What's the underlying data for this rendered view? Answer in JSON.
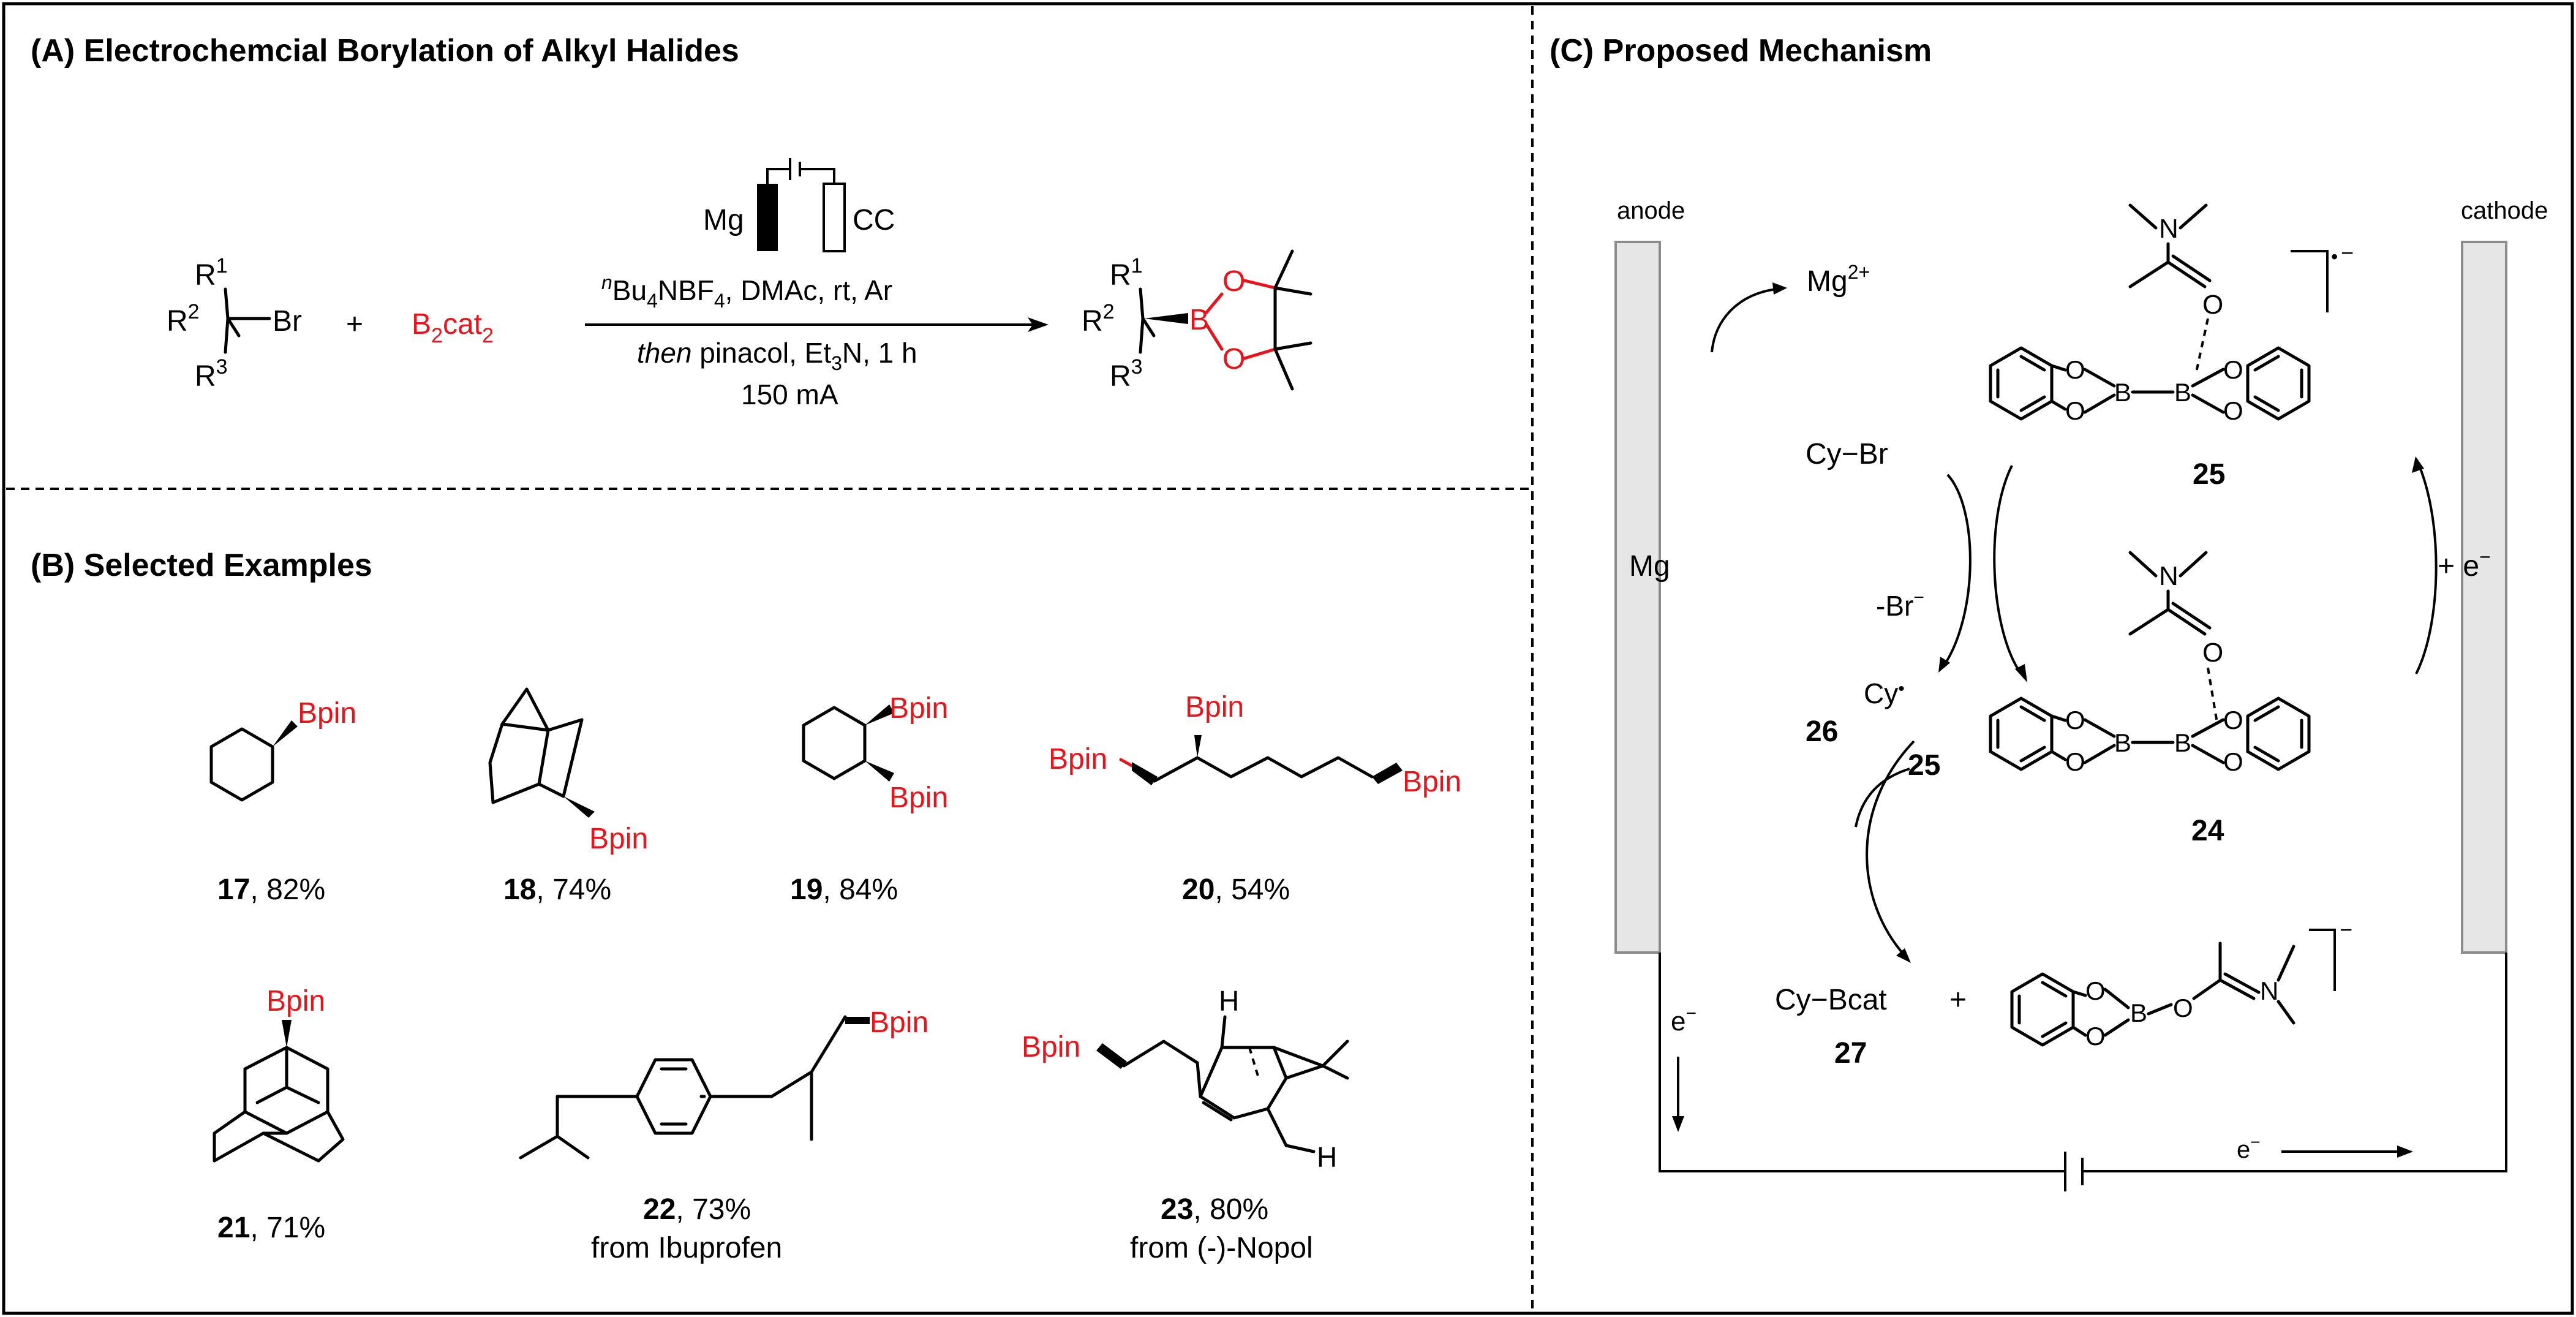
{
  "panels": {
    "a": {
      "heading": "(A) Electrochemcial Borylation of Alkyl Halides"
    },
    "b": {
      "heading": "(B) Selected Examples"
    },
    "c": {
      "heading": "(C) Proposed Mechanism"
    }
  },
  "reaction": {
    "r1": "R",
    "r1_sup": "1",
    "r2": "R",
    "r2_sup": "2",
    "r3": "R",
    "r3_sup": "3",
    "br": "Br",
    "plus": "+",
    "b2cat2_b": "B",
    "b2cat2_2a": "2",
    "b2cat2_cat": "cat",
    "b2cat2_2b": "2",
    "cell_mg": "Mg",
    "cell_cc": "CC",
    "cond1_sup": "n",
    "cond1_a": "Bu",
    "cond1_sub4": "4",
    "cond1_b": "NBF",
    "cond1_sub4b": "4",
    "cond1_c": ", DMAc, rt, Ar",
    "cond2_then": "then",
    "cond2_a": " pinacol, Et",
    "cond2_sub3": "3",
    "cond2_b": "N, 1 h",
    "cond3": "150 mA",
    "prod_b": "B",
    "prod_o1": "O",
    "prod_o2": "O"
  },
  "examples": [
    {
      "num": "17",
      "yield": ", 82%",
      "label": "Bpin"
    },
    {
      "num": "18",
      "yield": ", 74%",
      "label": "Bpin"
    },
    {
      "num": "19",
      "yield": ", 84%",
      "label": "Bpin"
    },
    {
      "num": "20",
      "yield": ", 54%",
      "label": "Bpin"
    },
    {
      "num": "21",
      "yield": ", 71%",
      "label": "Bpin"
    },
    {
      "num": "22",
      "yield": ", 73%",
      "label": "Bpin",
      "source": "from Ibuprofen"
    },
    {
      "num": "23",
      "yield": ", 80%",
      "label": "Bpin",
      "source": "from (-)-Nopol",
      "h": "H"
    }
  ],
  "mechanism": {
    "anode_label": "anode",
    "cathode_label": "cathode",
    "anode_metal": "Mg",
    "mg2": "Mg",
    "mg2_sup": "2+",
    "cybr": "Cy−Br",
    "minus_br": "-Br",
    "minus_br_sup": "−",
    "cy_radical": "Cy",
    "plus_e": "+ e",
    "plus_e_sup": "−",
    "cybcat": "Cy−Bcat",
    "plus": "+",
    "n": "N",
    "o": "O",
    "b": "B",
    "radical_dot": "•",
    "radical_minus": "−",
    "minus": "−",
    "e_minus": "e",
    "e_minus_sup": "−",
    "labels": {
      "c25": "25",
      "c24": "24",
      "c26": "26",
      "c25b": "25",
      "c27": "27"
    }
  },
  "colors": {
    "accent": "#e8141c",
    "electrode_fill": "#e6e6e6",
    "electrode_stroke": "#8c8c8c"
  }
}
